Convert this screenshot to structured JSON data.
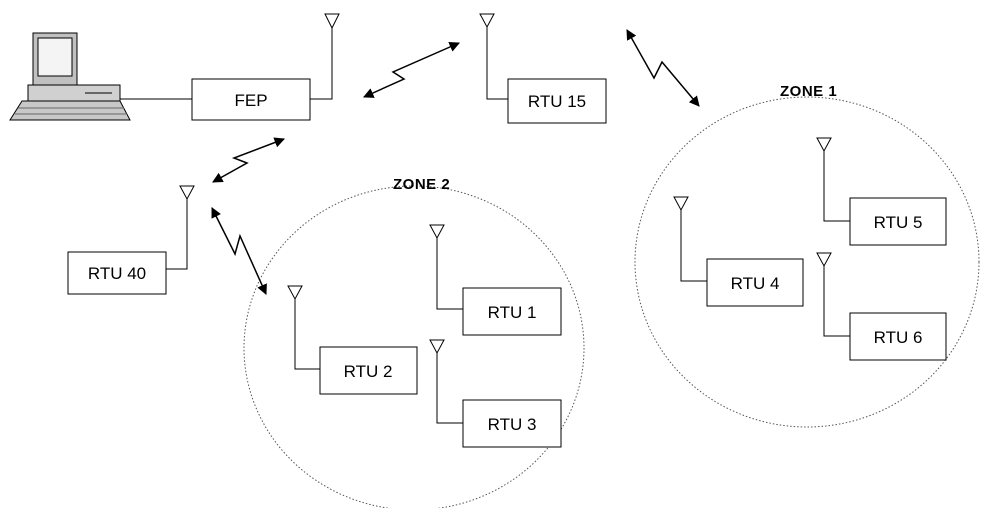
{
  "fep": {
    "label": "FEP"
  },
  "rtus": {
    "rtu15": "RTU 15",
    "rtu40": "RTU 40",
    "rtu1": "RTU 1",
    "rtu2": "RTU 2",
    "rtu3": "RTU 3",
    "rtu4": "RTU 4",
    "rtu5": "RTU 5",
    "rtu6": "RTU 6"
  },
  "zones": {
    "zone1": "ZONE  1",
    "zone2": "ZONE  2"
  },
  "icons": [
    "computer-icon",
    "antenna-icon",
    "radio-link-icon"
  ],
  "colors": {
    "line": "#000000",
    "zone_outline": "#555555",
    "background": "#ffffff"
  }
}
